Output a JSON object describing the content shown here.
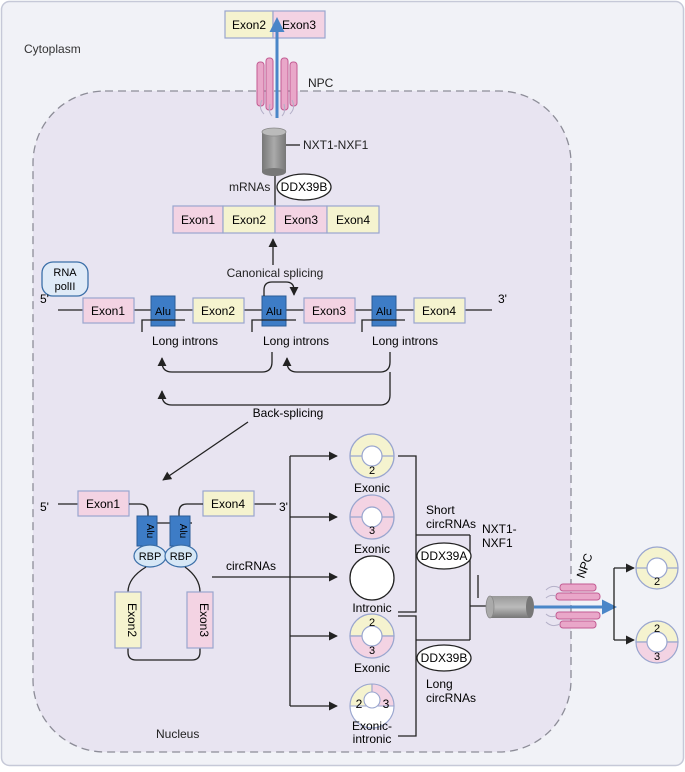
{
  "labels": {
    "cytoplasm": "Cytoplasm",
    "nucleus": "Nucleus",
    "npc": "NPC",
    "nxt1_nxf1": "NXT1-NXF1",
    "nxt1_nxf1_line1": "NXT1-",
    "nxt1_nxf1_line2": "NXF1",
    "mrnas": "mRNAs",
    "ddx39b": "DDX39B",
    "ddx39a": "DDX39A",
    "rna_pol_line1": "RNA",
    "rna_pol_line2": "polII",
    "five_prime": "5'",
    "three_prime": "3'",
    "canonical_splicing": "Canonical splicing",
    "back_splicing": "Back-splicing",
    "long_introns": "Long introns",
    "alu": "Alu",
    "rbp": "RBP",
    "circrnas": "circRNAs",
    "short_circ_line1": "Short",
    "short_circ_line2": "circRNAs",
    "long_circ_line1": "Long",
    "long_circ_line2": "circRNAs",
    "exonic": "Exonic",
    "intronic": "Intronic",
    "exonic_intronic_line1": "Exonic-",
    "exonic_intronic_line2": "intronic"
  },
  "exons": {
    "e1": "Exon1",
    "e2": "Exon2",
    "e3": "Exon3",
    "e4": "Exon4"
  },
  "circle_numbers": {
    "two": "2",
    "three": "3"
  },
  "colors": {
    "exon_yellow": "#f5f3cf",
    "exon_pink": "#f3d3e3",
    "exon_border": "#9aa6cf",
    "alu_blue": "#3d7cc6",
    "nucleus_fill": "#e8e4f1",
    "cytoplasm_fill": "#f1f2f7",
    "arrow_blue": "#4a86c8"
  }
}
